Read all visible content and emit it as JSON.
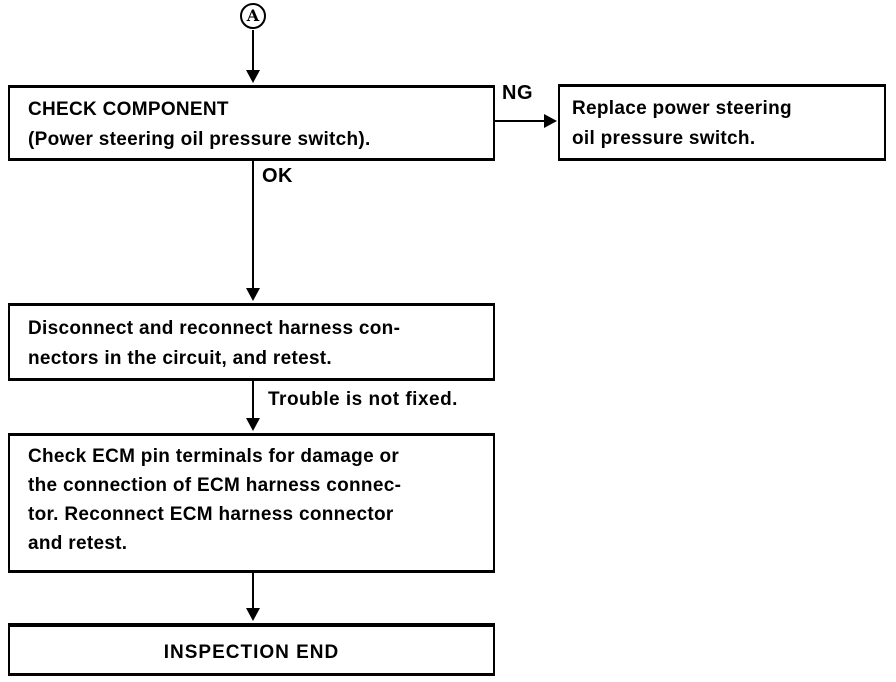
{
  "flowchart": {
    "entry_connector": "A",
    "boxes": {
      "check_component": {
        "line1": "CHECK COMPONENT",
        "line2": "(Power steering oil pressure switch)."
      },
      "replace_switch": {
        "line1": "Replace power steering",
        "line2": "oil pressure switch."
      },
      "reconnect_harness": {
        "line1": "Disconnect and reconnect harness con-",
        "line2": "nectors in the circuit, and retest."
      },
      "check_ecm": {
        "line1": "Check ECM pin terminals for damage or",
        "line2": "the connection of ECM harness connec-",
        "line3": "tor. Reconnect ECM harness connector",
        "line4": "and retest."
      },
      "inspection_end": {
        "line1": "INSPECTION END"
      }
    },
    "labels": {
      "ng": "NG",
      "ok": "OK",
      "trouble": "Trouble is not fixed."
    },
    "colors": {
      "ink": "#000000",
      "background": "#ffffff"
    }
  }
}
